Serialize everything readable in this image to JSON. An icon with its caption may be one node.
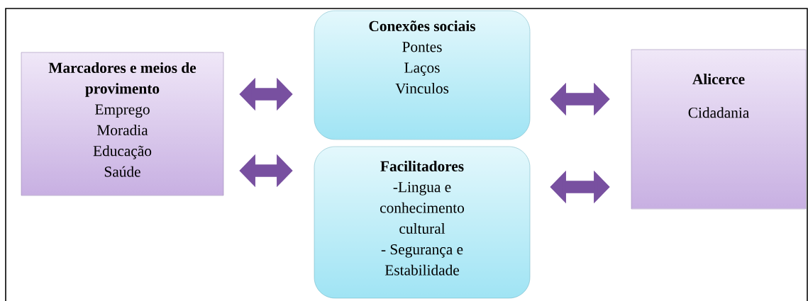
{
  "diagram": {
    "nodes": [
      {
        "text": [
          "Marcadores e meios de provimento",
          "Emprego",
          "Moradia",
          "Educação",
          "Saúde"
        ]
      },
      {
        "text": [
          "Conexões sociais",
          "Pontes",
          "Laços",
          "Vinculos"
        ]
      },
      {
        "text": [
          "Facilitadores",
          "-Lingua e conhecimento cultural",
          "- Segurança e Estabilidade"
        ]
      },
      {
        "text": [
          "Alicerce",
          "Cidadania"
        ]
      }
    ],
    "edges": [
      {
        "from": 0,
        "to": 1,
        "arrow": "both"
      },
      {
        "from": 0,
        "to": 2,
        "arrow": "both"
      },
      {
        "from": 1,
        "to": 3,
        "arrow": "both"
      },
      {
        "from": 2,
        "to": 3,
        "arrow": "both"
      }
    ]
  }
}
